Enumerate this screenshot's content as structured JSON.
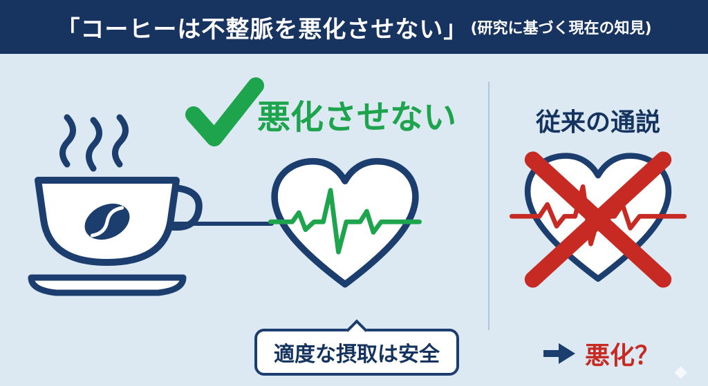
{
  "banner": {
    "title": "「コーヒーは不整脈を悪化させない」",
    "subtitle": "(研究に基づく現在の知見)"
  },
  "current_view": {
    "verdict": "悪化させない",
    "note": "適度な摂取は安全"
  },
  "conventional_view": {
    "heading": "従来の通説",
    "verdict": "悪化？"
  },
  "icons": {
    "coffee_cup": "coffee-cup-icon",
    "check": "check-icon",
    "heart_ecg": "heart-ecg-icon",
    "heart_crossed": "heart-crossed-icon",
    "arrow": "arrow-right-icon"
  },
  "colors": {
    "banner_bg": "#17335f",
    "background": "#dce9f3",
    "navy": "#1c3e6e",
    "green": "#1ea44d",
    "red": "#c62a23"
  }
}
